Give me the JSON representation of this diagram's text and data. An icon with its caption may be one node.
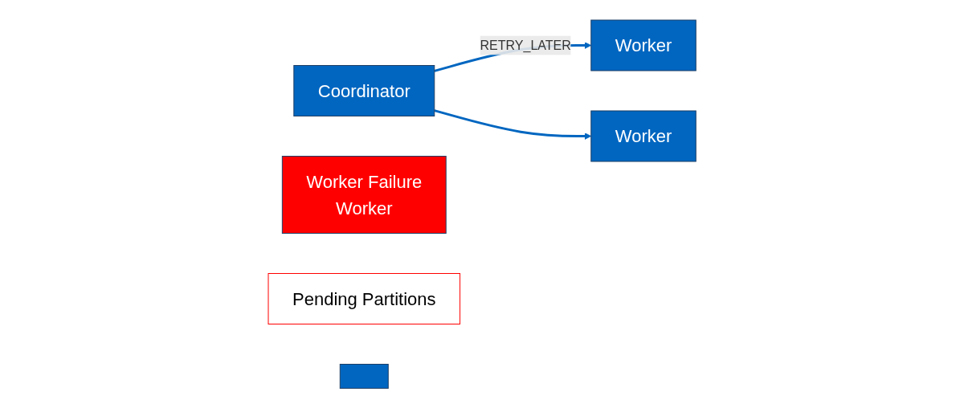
{
  "diagram": {
    "nodes": [
      {
        "text": [
          "Coordinator"
        ]
      },
      {
        "text": [
          "Worker"
        ]
      },
      {
        "text": [
          "Worker Failure",
          "Worker"
        ]
      },
      {
        "text": [
          "Worker"
        ]
      },
      {
        "text": [
          "Pending Partitions"
        ]
      },
      {
        "text": [],
        "shape": "box"
      }
    ],
    "edges": [
      {
        "from": 0,
        "to": 1,
        "arrow": "to",
        "label": "RETRY_LATER"
      },
      {
        "from": 0,
        "to": 3,
        "arrow": "to"
      }
    ]
  }
}
